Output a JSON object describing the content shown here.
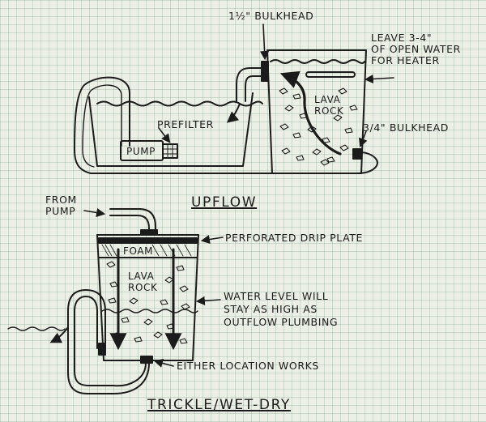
{
  "upflow": {
    "bulkhead_top": "1½\" BULKHEAD",
    "leave_water": [
      "LEAVE 3-4\"",
      "OF OPEN WATER",
      "FOR HEATER"
    ],
    "lava_rock": [
      "LAVA",
      "ROCK"
    ],
    "prefilter": "PREFILTER",
    "pump": "PUMP",
    "bulkhead_bottom": "3/4\" BULKHEAD",
    "title": "UPFLOW"
  },
  "trickle": {
    "from_pump": [
      "FROM",
      "PUMP"
    ],
    "drip_plate": "PERFORATED DRIP PLATE",
    "foam": "FOAM",
    "lava_rock": [
      "LAVA",
      "ROCK"
    ],
    "water_level": [
      "WATER LEVEL WILL",
      "STAY AS HIGH AS",
      "OUTFLOW PLUMBING"
    ],
    "either_location": "EITHER LOCATION WORKS",
    "title": "TRICKLE/WET-DRY"
  },
  "colors": {
    "ink": "#1b1b1b",
    "paper": "#ecefe6",
    "grid": "#9fb3a6"
  }
}
